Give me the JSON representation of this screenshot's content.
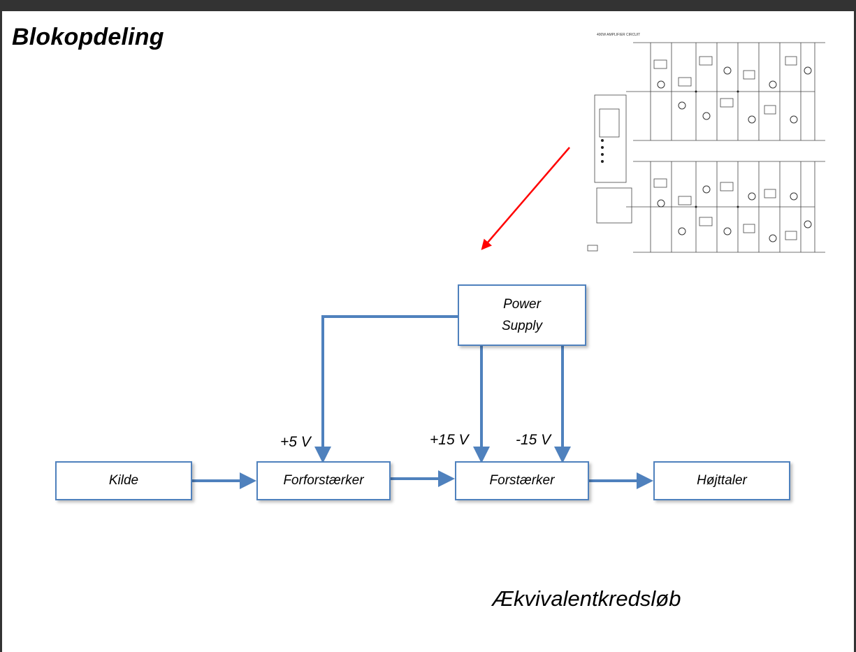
{
  "slide": {
    "title": "Blokopdeling",
    "equivalent_circuit_label": "Ækvivalentkredsløb"
  },
  "schematic_image": {
    "printed_heading": "400W AMPLIFIER CIRCUIT",
    "description_icon": "circuit-schematic"
  },
  "blocks": {
    "power_supply_line1": "Power",
    "power_supply_line2": "Supply",
    "source": "Kilde",
    "preamp": "Forforstærker",
    "amp": "Forstærker",
    "speaker": "Højttaler"
  },
  "voltages": {
    "preamp_supply": "+5 V",
    "amp_pos_supply": "+15 V",
    "amp_neg_supply": "-15 V"
  },
  "colors": {
    "connector": "#4f81bd",
    "box_border": "#4f81bd",
    "pointer_arrow": "#ff0000",
    "frame": "#333333"
  }
}
